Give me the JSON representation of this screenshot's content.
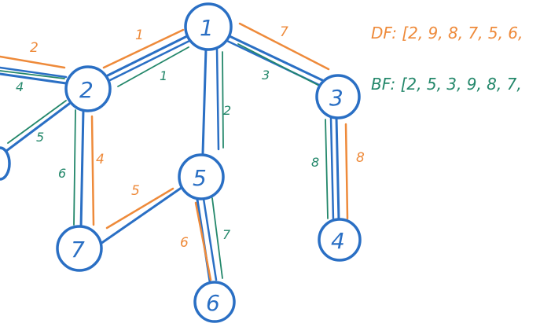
{
  "nodes": [
    {
      "id": "1",
      "label": "1"
    },
    {
      "id": "2",
      "label": "2"
    },
    {
      "id": "3",
      "label": "3"
    },
    {
      "id": "4",
      "label": "4"
    },
    {
      "id": "5",
      "label": "5"
    },
    {
      "id": "6",
      "label": "6"
    },
    {
      "id": "7",
      "label": "7"
    }
  ],
  "edges": [
    {
      "from": "1",
      "to": "2",
      "orange": "1",
      "green": "1"
    },
    {
      "from": "1",
      "to": "3",
      "orange": "7",
      "green": "3"
    },
    {
      "from": "1",
      "to": "5",
      "green": "2"
    },
    {
      "from": "2",
      "to": "7",
      "orange": "4",
      "green": "6"
    },
    {
      "from": "7",
      "to": "5",
      "orange": "5"
    },
    {
      "from": "5",
      "to": "6",
      "orange": "6",
      "green": "7"
    },
    {
      "from": "3",
      "to": "4",
      "orange": "8",
      "green": "8"
    },
    {
      "from": "2",
      "to": "offscreen-left",
      "orange": "2",
      "green": "4"
    },
    {
      "from": "2",
      "to": "offscreen-lower-left",
      "green": "5"
    }
  ],
  "sequences": {
    "df": "DF: [2, 9, 8, 7, 5, 6,",
    "bf": "BF: [2, 5, 3, 9, 8, 7,"
  },
  "colors": {
    "blue": "#2a6fc4",
    "orange": "#ee8a3a",
    "green": "#23876a"
  }
}
